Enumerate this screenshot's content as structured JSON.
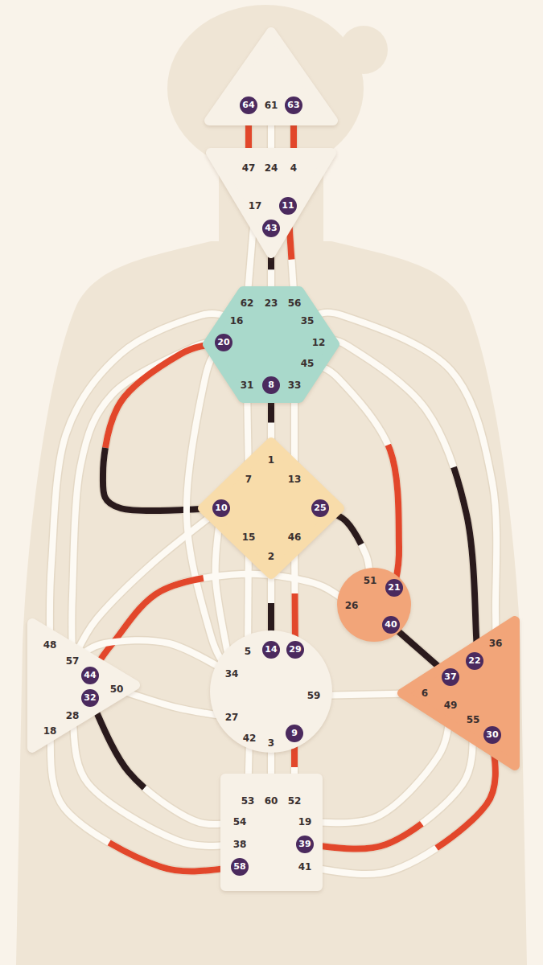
{
  "diagram": {
    "nodes": [
      {
        "text": [
          "64",
          "61",
          "63"
        ]
      },
      {
        "text": [
          "47",
          "24",
          "4",
          "17",
          "11",
          "43"
        ]
      },
      {
        "text": [
          "62",
          "23",
          "56",
          "16",
          "35",
          "20",
          "12",
          "45",
          "31",
          "8",
          "33"
        ]
      },
      {
        "text": [
          "1",
          "7",
          "13",
          "10",
          "25",
          "15",
          "46",
          "2"
        ]
      },
      {
        "text": [
          "51",
          "21",
          "26",
          "40"
        ]
      },
      {
        "text": [
          "48",
          "57",
          "44",
          "50",
          "32",
          "28",
          "18"
        ]
      },
      {
        "text": [
          "5",
          "14",
          "29",
          "34",
          "27",
          "59",
          "42",
          "3",
          "9"
        ]
      },
      {
        "text": [
          "36",
          "22",
          "37",
          "6",
          "49",
          "55",
          "30"
        ]
      },
      {
        "text": [
          "53",
          "60",
          "52",
          "54",
          "19",
          "38",
          "39",
          "58",
          "41"
        ]
      }
    ],
    "edges": [
      {
        "from": 0,
        "to": 1,
        "arrow": "none"
      },
      {
        "from": 0,
        "to": 1,
        "arrow": "none"
      },
      {
        "from": 0,
        "to": 1,
        "arrow": "none"
      },
      {
        "from": 1,
        "to": 2,
        "arrow": "none"
      },
      {
        "from": 1,
        "to": 2,
        "arrow": "none"
      },
      {
        "from": 1,
        "to": 2,
        "arrow": "none"
      },
      {
        "from": 2,
        "to": 5,
        "arrow": "none"
      },
      {
        "from": 2,
        "to": 5,
        "arrow": "none"
      },
      {
        "from": 2,
        "to": 3,
        "arrow": "none"
      },
      {
        "from": 2,
        "to": 6,
        "arrow": "none"
      },
      {
        "from": 2,
        "to": 3,
        "arrow": "none"
      },
      {
        "from": 2,
        "to": 3,
        "arrow": "none"
      },
      {
        "from": 2,
        "to": 3,
        "arrow": "none"
      },
      {
        "from": 2,
        "to": 4,
        "arrow": "none"
      },
      {
        "from": 2,
        "to": 7,
        "arrow": "none"
      },
      {
        "from": 2,
        "to": 7,
        "arrow": "none"
      },
      {
        "from": 3,
        "to": 5,
        "arrow": "none"
      },
      {
        "from": 3,
        "to": 6,
        "arrow": "none"
      },
      {
        "from": 3,
        "to": 6,
        "arrow": "none"
      },
      {
        "from": 3,
        "to": 6,
        "arrow": "none"
      },
      {
        "from": 3,
        "to": 6,
        "arrow": "none"
      },
      {
        "from": 3,
        "to": 4,
        "arrow": "none"
      },
      {
        "from": 4,
        "to": 5,
        "arrow": "none"
      },
      {
        "from": 4,
        "to": 7,
        "arrow": "none"
      },
      {
        "from": 6,
        "to": 5,
        "arrow": "none"
      },
      {
        "from": 6,
        "to": 5,
        "arrow": "none"
      },
      {
        "from": 6,
        "to": 7,
        "arrow": "none"
      },
      {
        "from": 6,
        "to": 8,
        "arrow": "none"
      },
      {
        "from": 6,
        "to": 8,
        "arrow": "none"
      },
      {
        "from": 6,
        "to": 8,
        "arrow": "none"
      },
      {
        "from": 8,
        "to": 5,
        "arrow": "none"
      },
      {
        "from": 8,
        "to": 5,
        "arrow": "none"
      },
      {
        "from": 8,
        "to": 5,
        "arrow": "none"
      },
      {
        "from": 8,
        "to": 7,
        "arrow": "none"
      },
      {
        "from": 8,
        "to": 7,
        "arrow": "none"
      },
      {
        "from": 8,
        "to": 7,
        "arrow": "none"
      }
    ]
  }
}
